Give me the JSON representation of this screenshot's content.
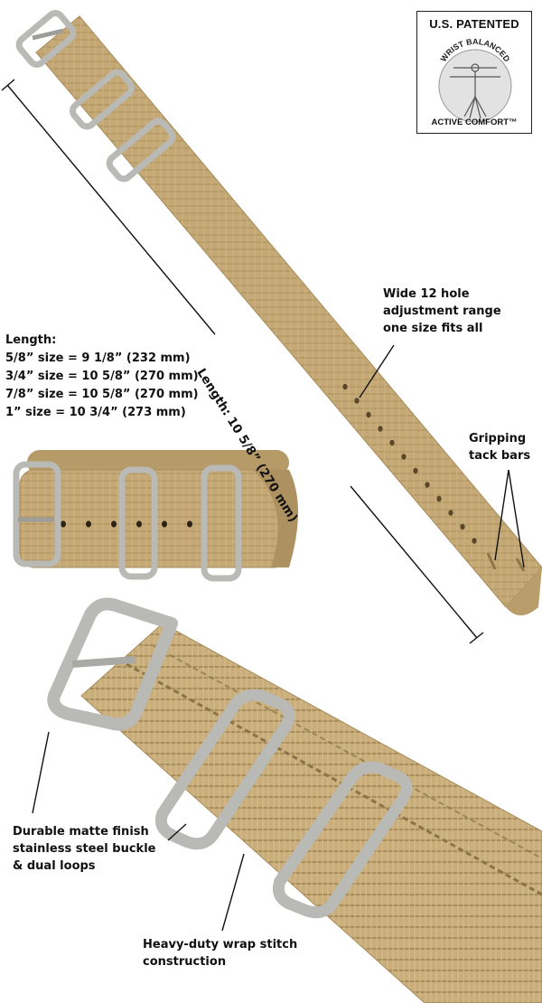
{
  "badge": {
    "top_text": "U.S. PATENTED",
    "arc_text": "WRIST BALANCED",
    "bottom_text": "ACTIVE COMFORT™"
  },
  "length_heading": "Length:",
  "sizes": [
    "5/8” size = 9 1/8” (232 mm)",
    "3/4” size = 10 5/8” (270 mm)",
    "7/8” size = 10 5/8” (270 mm)",
    "1” size = 10 3/4” (273 mm)"
  ],
  "length_dimension": "Length: 10 5/8” (270 mm)",
  "callouts": {
    "holes": [
      "Wide 12 hole",
      "adjustment range",
      "one size fits all"
    ],
    "tack_bars": [
      "Gripping",
      "tack bars"
    ],
    "buckle": [
      "Durable matte finish",
      "stainless steel buckle",
      "& dual loops"
    ],
    "stitch": [
      "Heavy-duty wrap stitch",
      "construction"
    ]
  },
  "colors": {
    "strap": "#c4a876",
    "strap_dark": "#a88d5c",
    "metal": "#b9b9b6",
    "metal_dark": "#8e8e8b"
  }
}
